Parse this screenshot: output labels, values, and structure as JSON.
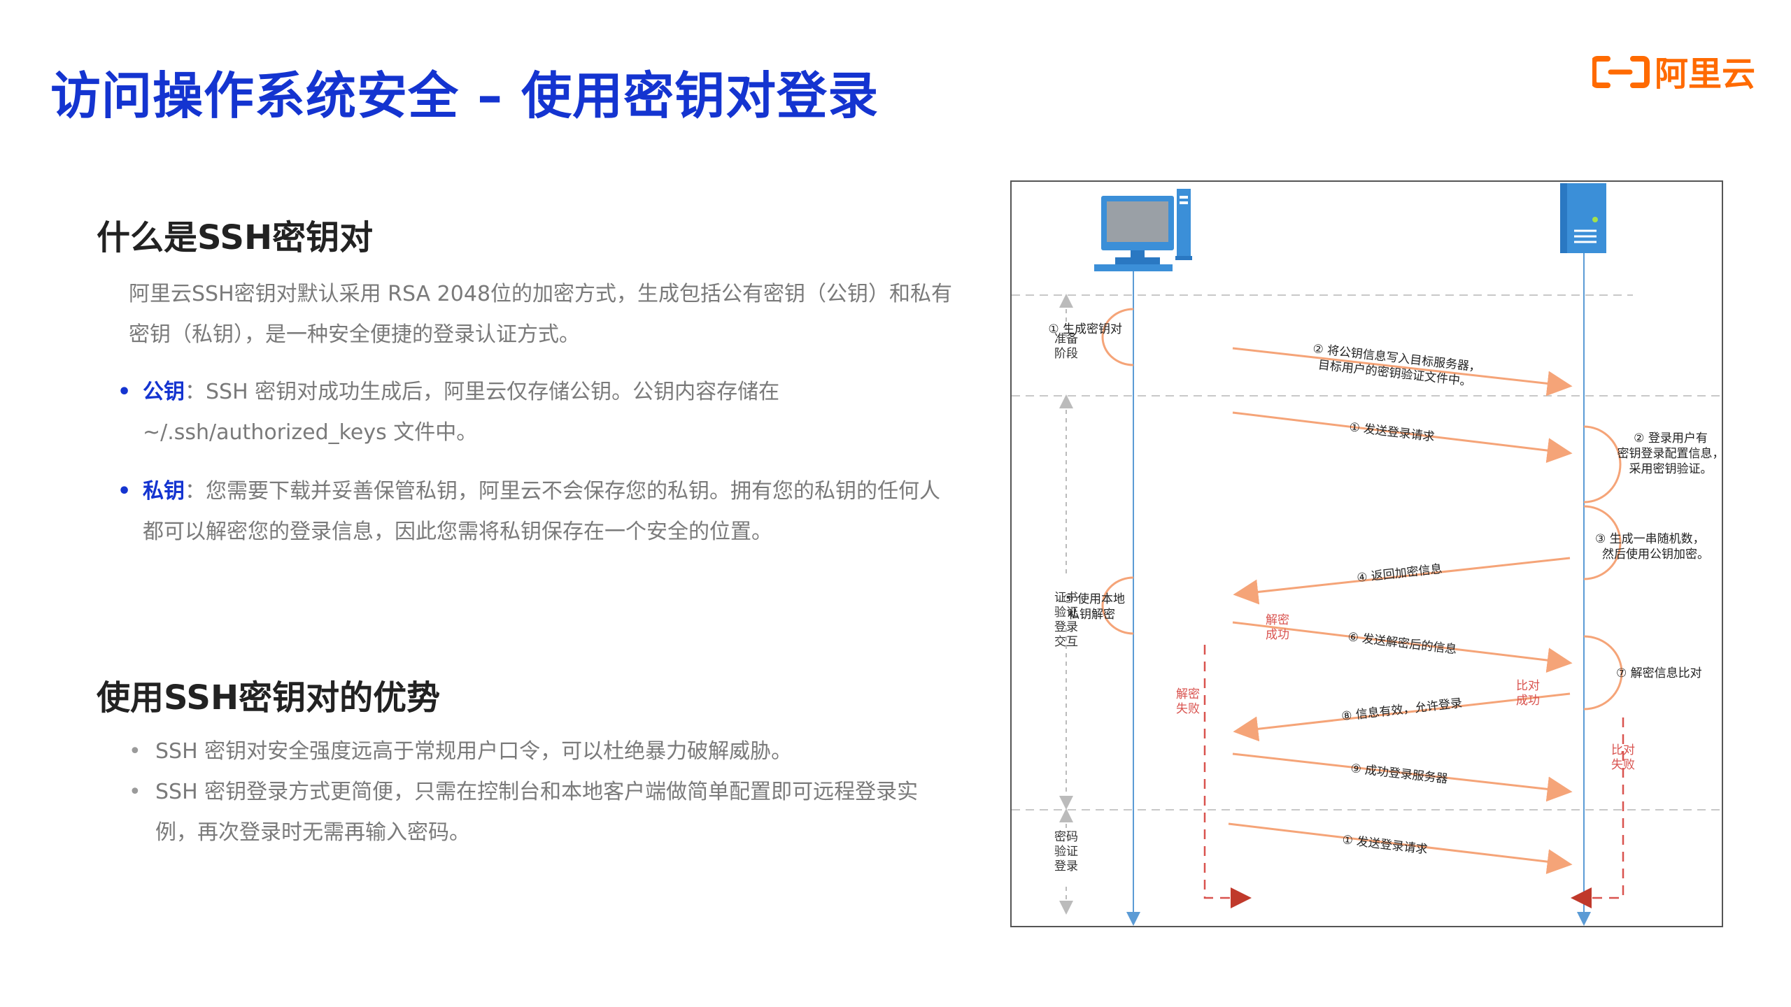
{
  "title": "访问操作系统安全 – 使用密钥对登录",
  "logo_text": "阿里云",
  "section1": {
    "heading": "什么是SSH密钥对",
    "intro": "阿里云SSH密钥对默认采用 RSA 2048位的加密方式，生成包括公有密钥（公钥）和私有密钥（私钥），是一种安全便捷的登录认证方式。",
    "bullets": [
      {
        "term": "公钥",
        "text": "：SSH 密钥对成功生成后，阿里云仅存储公钥。公钥内容存储在 ~/.ssh/authorized_keys 文件中。"
      },
      {
        "term": "私钥",
        "text": "：您需要下载并妥善保管私钥，阿里云不会保存您的私钥。拥有您的私钥的任何人都可以解密您的登录信息，因此您需将私钥保存在一个安全的位置。"
      }
    ]
  },
  "section2": {
    "heading": "使用SSH密钥对的优势",
    "bullets": [
      "SSH 密钥对安全强度远高于常规用户口令，可以杜绝暴力破解威胁。",
      "SSH 密钥登录方式更简便，只需在控制台和本地客户端做简单配置即可远程登录实例，再次登录时无需再输入密码。"
    ]
  },
  "diagram": {
    "phases": [
      {
        "label": "准备\n阶段"
      },
      {
        "label": "证书\n验证\n登录\n交互"
      },
      {
        "label": "密码\n验证\n登录"
      }
    ],
    "steps": {
      "gen_keypair": "① 生成密钥对",
      "write_pubkey": "② 将公钥信息写入目标服务器，\n目标用户的密钥验证文件中。",
      "send_login_1": "① 发送登录请求",
      "user_has_key": "② 登录用户有\n密钥登录配置信息，\n采用密钥验证。",
      "gen_random": "③ 生成一串随机数，\n然后使用公钥加密。",
      "return_encrypted": "④ 返回加密信息",
      "decrypt_local": "⑤ 使用本地\n私钥解密",
      "send_decrypted": "⑥ 发送解密后的信息",
      "compare": "⑦ 解密信息比对",
      "valid_allow": "⑧ 信息有效，允许登录",
      "login_success": "⑨ 成功登录服务器",
      "send_login_2": "① 发送登录请求"
    },
    "notes": {
      "decrypt_ok": "解密\n成功",
      "decrypt_fail": "解密\n失败",
      "compare_ok": "比对\n成功",
      "compare_fail": "比对\n失败"
    },
    "colors": {
      "arrow": "#f5a478",
      "lifeline": "#5b9bd5",
      "fail": "#d9534f",
      "dashed_divider": "#c8c8c8"
    },
    "icons": [
      "client-computer-icon",
      "server-icon"
    ]
  }
}
